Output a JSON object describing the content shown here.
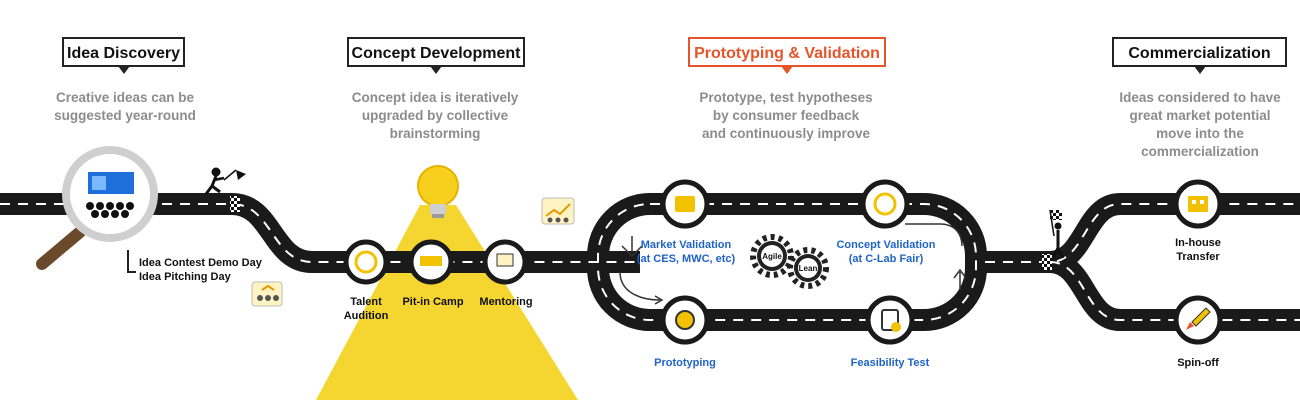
{
  "phases": [
    {
      "title": "Idea Discovery",
      "desc": [
        "Creative ideas can be",
        "suggested year-round"
      ]
    },
    {
      "title": "Concept Development",
      "desc": [
        "Concept idea is iteratively",
        "upgraded by collective",
        "brainstorming"
      ]
    },
    {
      "title": "Prototyping & Validation",
      "desc": [
        "Prototype, test hypotheses",
        "by consumer feedback",
        "and continuously improve"
      ]
    },
    {
      "title": "Commercialization",
      "desc": [
        "Ideas considered to have",
        "great market potential",
        "move into the",
        "commercialization"
      ]
    }
  ],
  "discovery_events": [
    "Idea Contest Demo Day",
    "Idea Pitching Day"
  ],
  "development_steps": [
    {
      "label": [
        "Talent",
        "Audition"
      ],
      "tag": "Audition"
    },
    {
      "label": [
        "Pit-in Camp"
      ],
      "tag": "Pit-in"
    },
    {
      "label": [
        "Mentoring"
      ],
      "tag": "Mentor"
    }
  ],
  "validation_loop": [
    {
      "label": [
        "Market Validation",
        "(at CES, MWC, etc)"
      ],
      "tag": "Validation"
    },
    {
      "label": [
        "Concept Validation",
        "(at C-Lab Fair)"
      ],
      "tag": "Concept"
    },
    {
      "label": [
        "Prototyping"
      ],
      "tag": "Prototyping"
    },
    {
      "label": [
        "Feasibility Test"
      ],
      "tag": "Feasibility"
    }
  ],
  "method_gears": [
    "Agile",
    "Lean"
  ],
  "commercial_outcomes": [
    {
      "label": [
        "In-house",
        "Transfer"
      ],
      "tag": "Transfer"
    },
    {
      "label": [
        "Spin-off"
      ],
      "tag": "Spin-off"
    }
  ],
  "colors": {
    "road": "#1a1a1a",
    "lane": "#ffffff",
    "accent_orange": "#e8542a",
    "link_blue": "#1f63c6",
    "desc_gray": "#8c8c8c",
    "spotlight": "#f5d530",
    "icon_yellow": "#f2c200"
  },
  "icons": [
    "magnifier-icon",
    "runner-flag-icon",
    "lightbulb-icon",
    "gears-icon",
    "checkered-flag-icon",
    "rocket-icon",
    "building-icon"
  ]
}
